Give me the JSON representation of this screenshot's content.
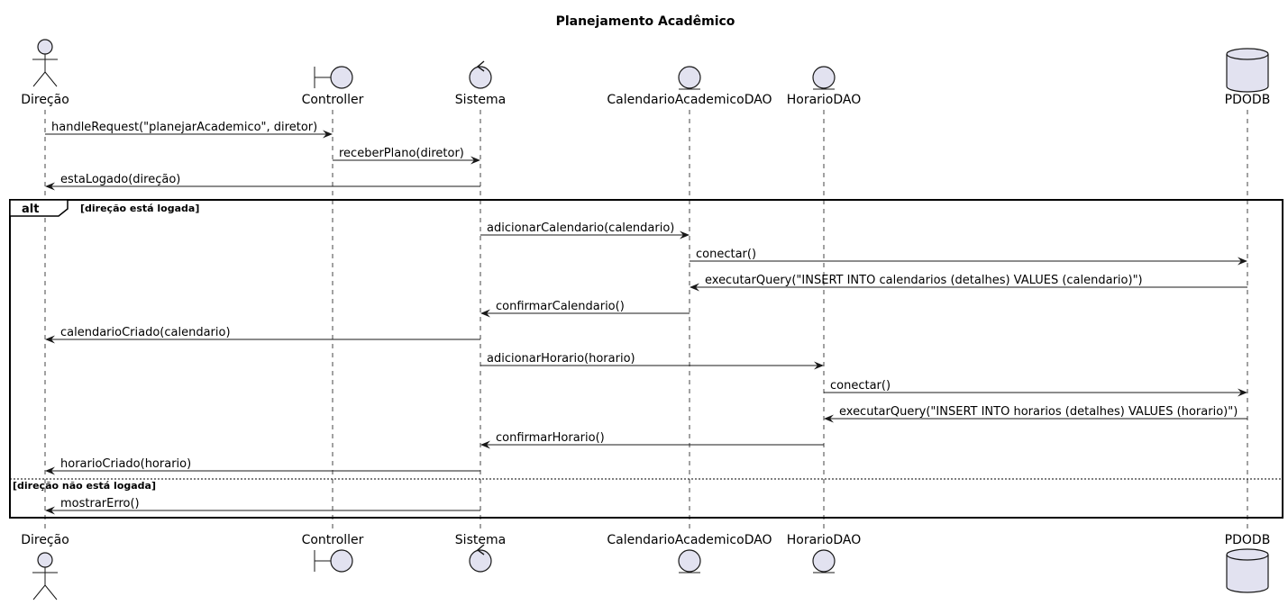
{
  "title": "Planejamento Acadêmico",
  "participants": [
    {
      "id": "direcao",
      "name": "Direção",
      "kind": "actor"
    },
    {
      "id": "controller",
      "name": "Controller",
      "kind": "boundary"
    },
    {
      "id": "sistema",
      "name": "Sistema",
      "kind": "control"
    },
    {
      "id": "calendario_dao",
      "name": "CalendarioAcademicoDAO",
      "kind": "entity"
    },
    {
      "id": "horario_dao",
      "name": "HorarioDAO",
      "kind": "entity"
    },
    {
      "id": "pdodb",
      "name": "PDODB",
      "kind": "database"
    }
  ],
  "messages": [
    {
      "from": "direcao",
      "to": "controller",
      "label": "handleRequest(\"planejarAcademico\", diretor)"
    },
    {
      "from": "controller",
      "to": "sistema",
      "label": "receberPlano(diretor)"
    },
    {
      "from": "sistema",
      "to": "direcao",
      "label": "estaLogado(direção)"
    },
    {
      "from": "sistema",
      "to": "calendario_dao",
      "label": "adicionarCalendario(calendario)"
    },
    {
      "from": "calendario_dao",
      "to": "pdodb",
      "label": "conectar()"
    },
    {
      "from": "pdodb",
      "to": "calendario_dao",
      "label": "executarQuery(\"INSERT INTO calendarios (detalhes) VALUES (calendario)\")"
    },
    {
      "from": "calendario_dao",
      "to": "sistema",
      "label": "confirmarCalendario()"
    },
    {
      "from": "sistema",
      "to": "direcao",
      "label": "calendarioCriado(calendario)"
    },
    {
      "from": "sistema",
      "to": "horario_dao",
      "label": "adicionarHorario(horario)"
    },
    {
      "from": "horario_dao",
      "to": "pdodb",
      "label": "conectar()"
    },
    {
      "from": "pdodb",
      "to": "horario_dao",
      "label": "executarQuery(\"INSERT INTO horarios (detalhes) VALUES (horario)\")"
    },
    {
      "from": "horario_dao",
      "to": "sistema",
      "label": "confirmarHorario()"
    },
    {
      "from": "sistema",
      "to": "direcao",
      "label": "horarioCriado(horario)"
    },
    {
      "from": "sistema",
      "to": "direcao",
      "label": "mostrarErro()"
    }
  ],
  "fragment": {
    "operator": "alt",
    "guard_1": "[direção está logada]",
    "guard_2": "[direção não está logada]"
  }
}
